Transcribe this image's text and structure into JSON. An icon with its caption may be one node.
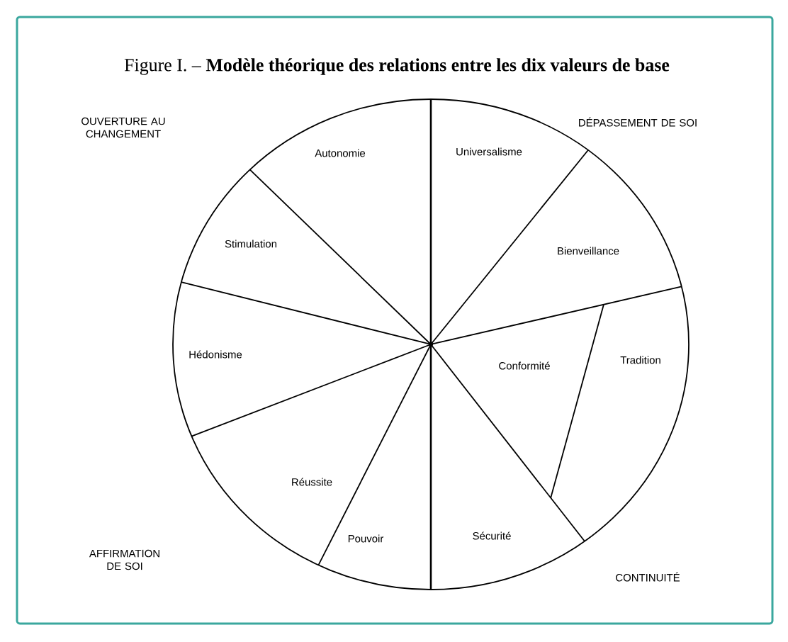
{
  "diagram": {
    "title": "Figure I. – **Modèle théorique des relations entre les dix valeurs de base**",
    "nodes": [
      {
        "text": [
          "Autonomie"
        ]
      },
      {
        "text": [
          "Universalisme"
        ]
      },
      {
        "text": [
          "Stimulation"
        ]
      },
      {
        "text": [
          "Bienveillance"
        ]
      },
      {
        "text": [
          "Hédonisme"
        ]
      },
      {
        "text": [
          "Conformité"
        ]
      },
      {
        "text": [
          "Tradition"
        ]
      },
      {
        "text": [
          "Réussite"
        ]
      },
      {
        "text": [
          "Pouvoir"
        ]
      },
      {
        "text": [
          "Sécurité"
        ]
      }
    ],
    "labels": [
      "OUVERTURE AU CHANGEMENT",
      "DÉPASSEMENT DE SOI",
      "AFFIRMATION DE SOI",
      "CONTINUITÉ"
    ]
  }
}
